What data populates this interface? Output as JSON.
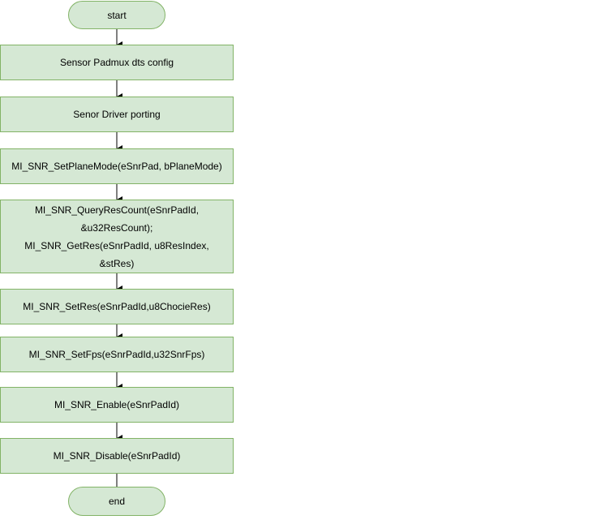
{
  "flowchart": {
    "start_label": "start",
    "end_label": "end",
    "steps": [
      {
        "lines": [
          "Sensor Padmux dts config"
        ]
      },
      {
        "lines": [
          "Senor Driver porting"
        ]
      },
      {
        "lines": [
          "MI_SNR_SetPlaneMode(eSnrPad, bPlaneMode)"
        ]
      },
      {
        "lines": [
          "MI_SNR_QueryResCount(eSnrPadId,",
          "&u32ResCount);",
          "MI_SNR_GetRes(eSnrPadId, u8ResIndex,",
          "&stRes)"
        ]
      },
      {
        "lines": [
          "MI_SNR_SetRes(eSnrPadId,u8ChocieRes)"
        ]
      },
      {
        "lines": [
          "MI_SNR_SetFps(eSnrPadId,u32SnrFps)"
        ]
      },
      {
        "lines": [
          "MI_SNR_Enable(eSnrPadId)"
        ]
      },
      {
        "lines": [
          "MI_SNR_Disable(eSnrPadId)"
        ]
      }
    ]
  },
  "colors": {
    "node_fill": "#d5e8d4",
    "node_border": "#82b366",
    "connector": "#000000"
  }
}
